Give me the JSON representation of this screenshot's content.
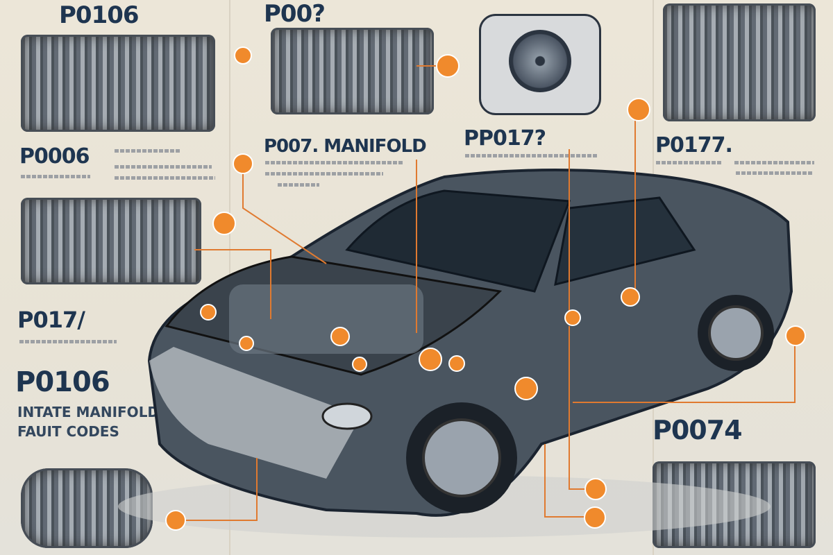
{
  "labels": {
    "top_left_code": "P0106",
    "top_center_code": "P00?",
    "left_code_1": "P0006",
    "center_code_manifold": "P007. MANIFOLD",
    "center_right_code": "PP017?",
    "right_code": "P0177.",
    "left_code_2": "P017/",
    "left_code_3": "P0106",
    "left_caption_line1": "INTATE MANIFOLD",
    "left_caption_line2": "FAUIT CODES",
    "bottom_right_code": "P0074"
  },
  "colors": {
    "background": "#ece6d8",
    "code_text": "#1e3550",
    "marker": "#f08a2c",
    "car_body": "#4a5560",
    "leader_line": "#e07a30"
  },
  "icons": [
    "engine-illustration",
    "turbo-illustration",
    "car-illustration",
    "marker-dot"
  ]
}
